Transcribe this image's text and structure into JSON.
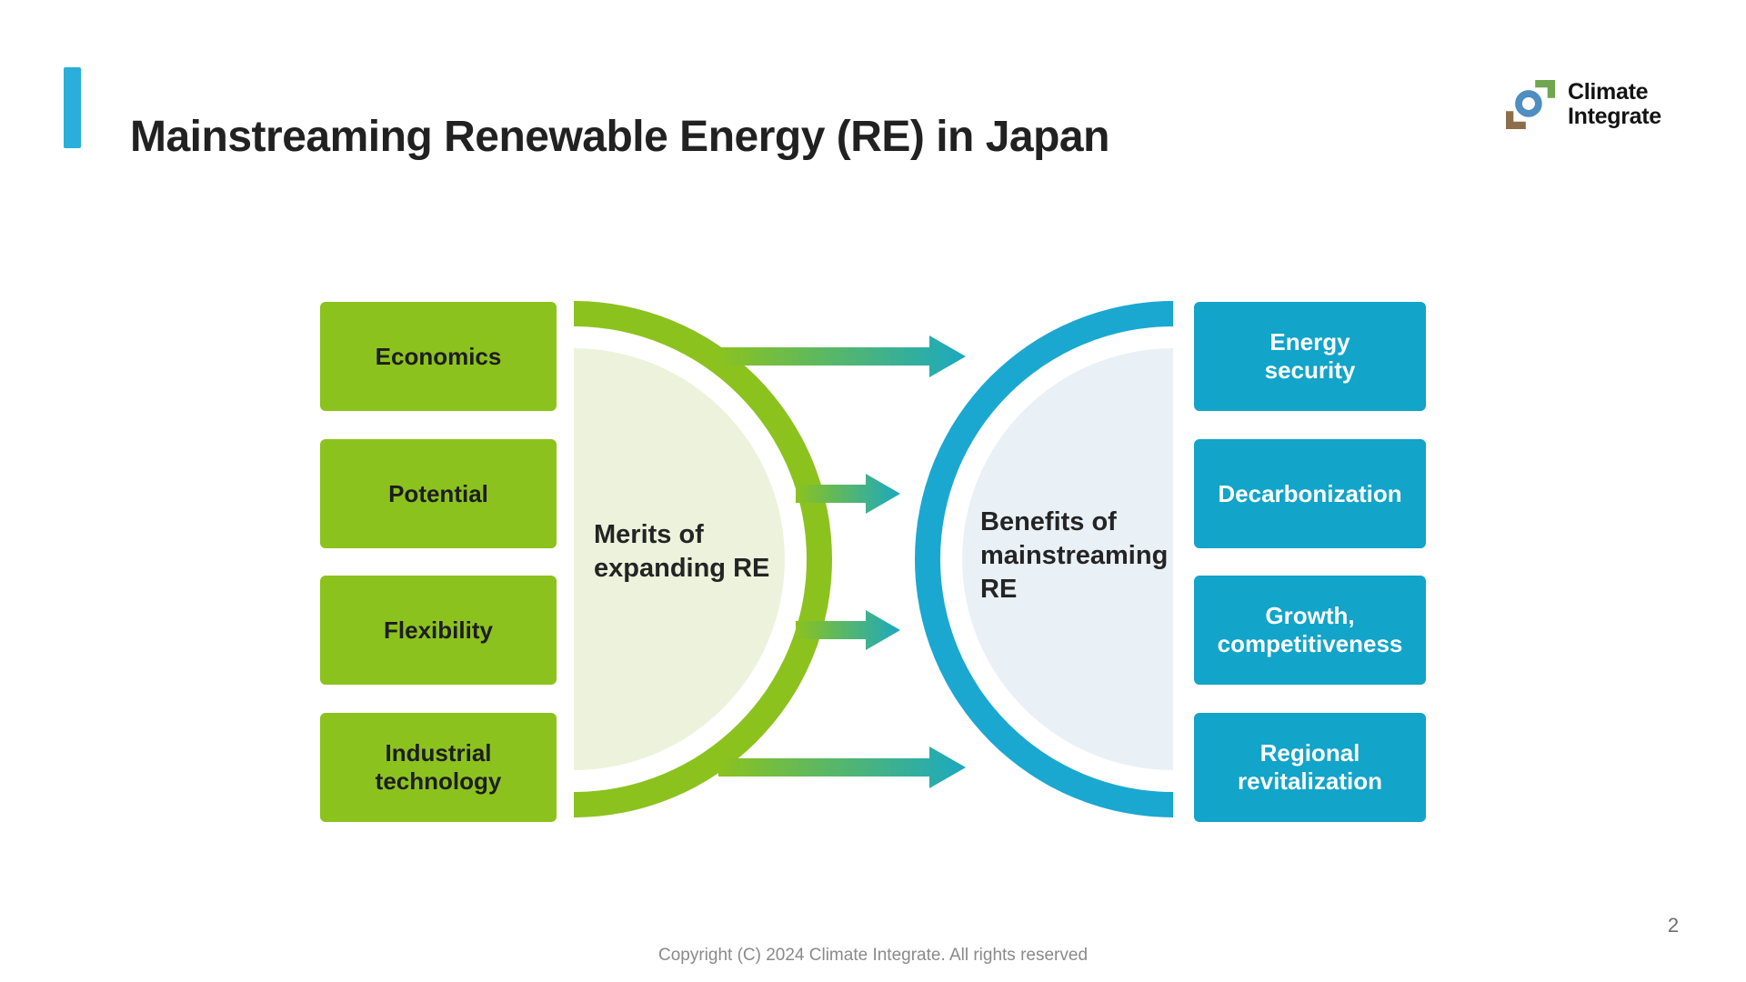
{
  "header": {
    "title": "Mainstreaming Renewable Energy (RE) in Japan",
    "accent_color": "#29AFD9"
  },
  "logo": {
    "name_line1": "Climate",
    "name_line2": "Integrate",
    "mark_colors": {
      "corner_green": "#6FA64F",
      "ring_blue": "#4E8EC1",
      "corner_brown": "#8D6E4B"
    }
  },
  "diagram": {
    "merits": {
      "label": "Merits of expanding RE",
      "items": [
        "Economics",
        "Potential",
        "Flexibility",
        "Industrial technology"
      ],
      "box_color": "#8CC21E",
      "ring_color": "#8CC21E",
      "inner_fill_color": "#EDF2DC"
    },
    "benefits": {
      "label": "Benefits of mainstreaming RE",
      "items": [
        "Energy security",
        "Decarbonization",
        "Growth, competitiveness",
        "Regional revitalization"
      ],
      "box_color": "#12A4C9",
      "ring_color": "#1AA8D1",
      "inner_fill_color": "#E9F0F6"
    },
    "arrow_gradient_start": "#8CC21E",
    "arrow_gradient_end": "#1BA9C0"
  },
  "footer": {
    "copyright": "Copyright (C) 2024 Climate Integrate. All rights reserved",
    "page_number": "2"
  }
}
